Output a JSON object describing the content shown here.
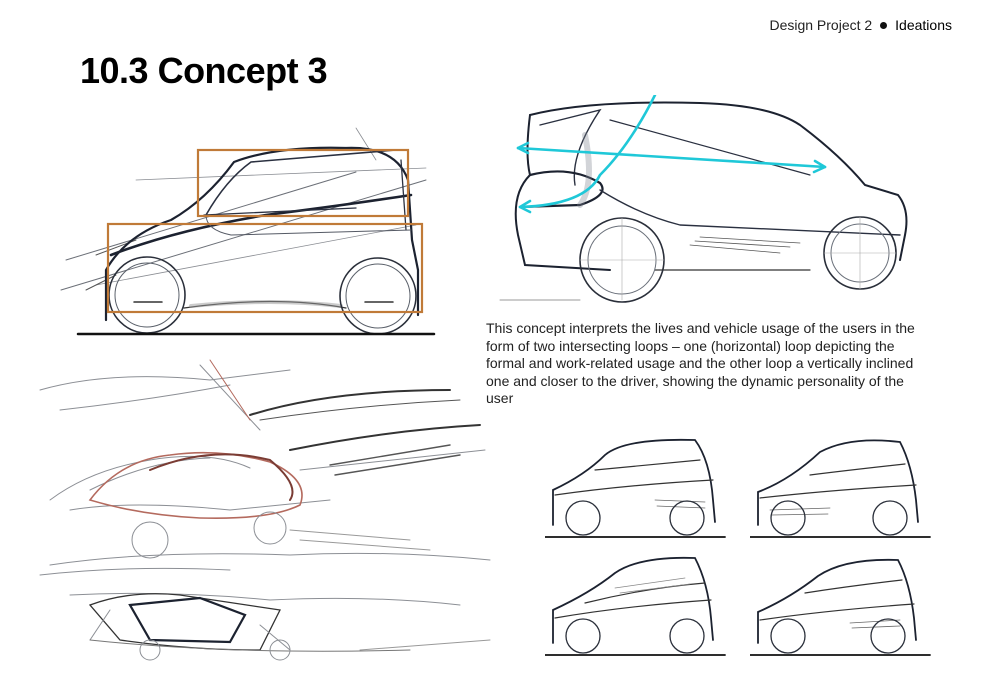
{
  "header": {
    "project": "Design Project 2",
    "section": "Ideations"
  },
  "page": {
    "title": "10.3  Concept 3",
    "description": "This concept interprets the lives and vehicle usage of the users in the form of two intersecting loops – one (horizontal) loop depicting the formal and work-related usage and the other loop a vertically inclined one and closer to the driver, showing the dynamic personality of the user"
  },
  "colors": {
    "loop_cyan": "#1fc8d8",
    "proportion_orange": "#c07a38",
    "rough_red": "#b46a5e",
    "ink": "#1c2230"
  },
  "sketches": [
    "side-view-proportion-sketch",
    "perspective-loop-sketch",
    "rough-ideation-sketches",
    "variation-side-views"
  ]
}
